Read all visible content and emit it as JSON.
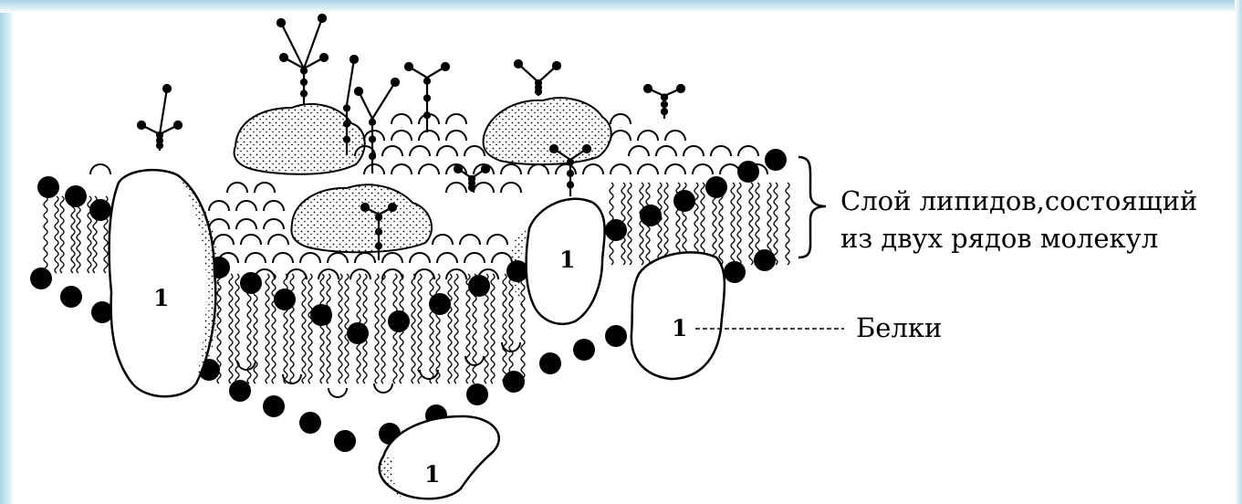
{
  "annotations": {
    "lipid_layer_line1": "Слой липидов,состоящий",
    "lipid_layer_line2": "из двух рядов молекул",
    "proteins": "Белки"
  },
  "protein_markers": [
    "1",
    "1",
    "1",
    "1"
  ],
  "colors": {
    "frame": "#a9d4e6",
    "ink": "#000000",
    "background": "#ffffff"
  }
}
